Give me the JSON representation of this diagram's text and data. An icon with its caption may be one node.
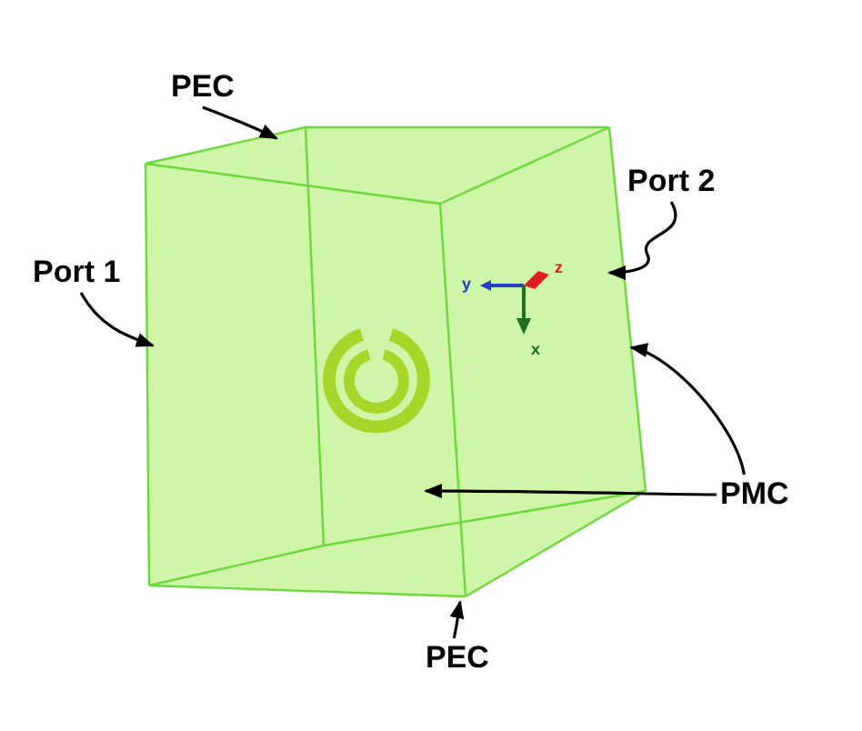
{
  "diagram": {
    "nodes": [
      {
        "text": [
          "PEC"
        ]
      },
      {
        "text": [
          "Port 2"
        ]
      },
      {
        "text": [
          "Port 1"
        ]
      },
      {
        "text": [
          "PMC"
        ]
      },
      {
        "text": [
          "PEC"
        ]
      }
    ],
    "edges": [
      {
        "from": 0,
        "to": null,
        "arrow": "to"
      },
      {
        "from": 1,
        "to": null,
        "arrow": "to"
      },
      {
        "from": 2,
        "to": null,
        "arrow": "to"
      },
      {
        "from": 3,
        "to": null,
        "arrow": "to"
      },
      {
        "from": 3,
        "to": null,
        "arrow": "to"
      },
      {
        "from": 4,
        "to": null,
        "arrow": "to"
      }
    ],
    "labels": [
      "y",
      "z",
      "x"
    ]
  }
}
